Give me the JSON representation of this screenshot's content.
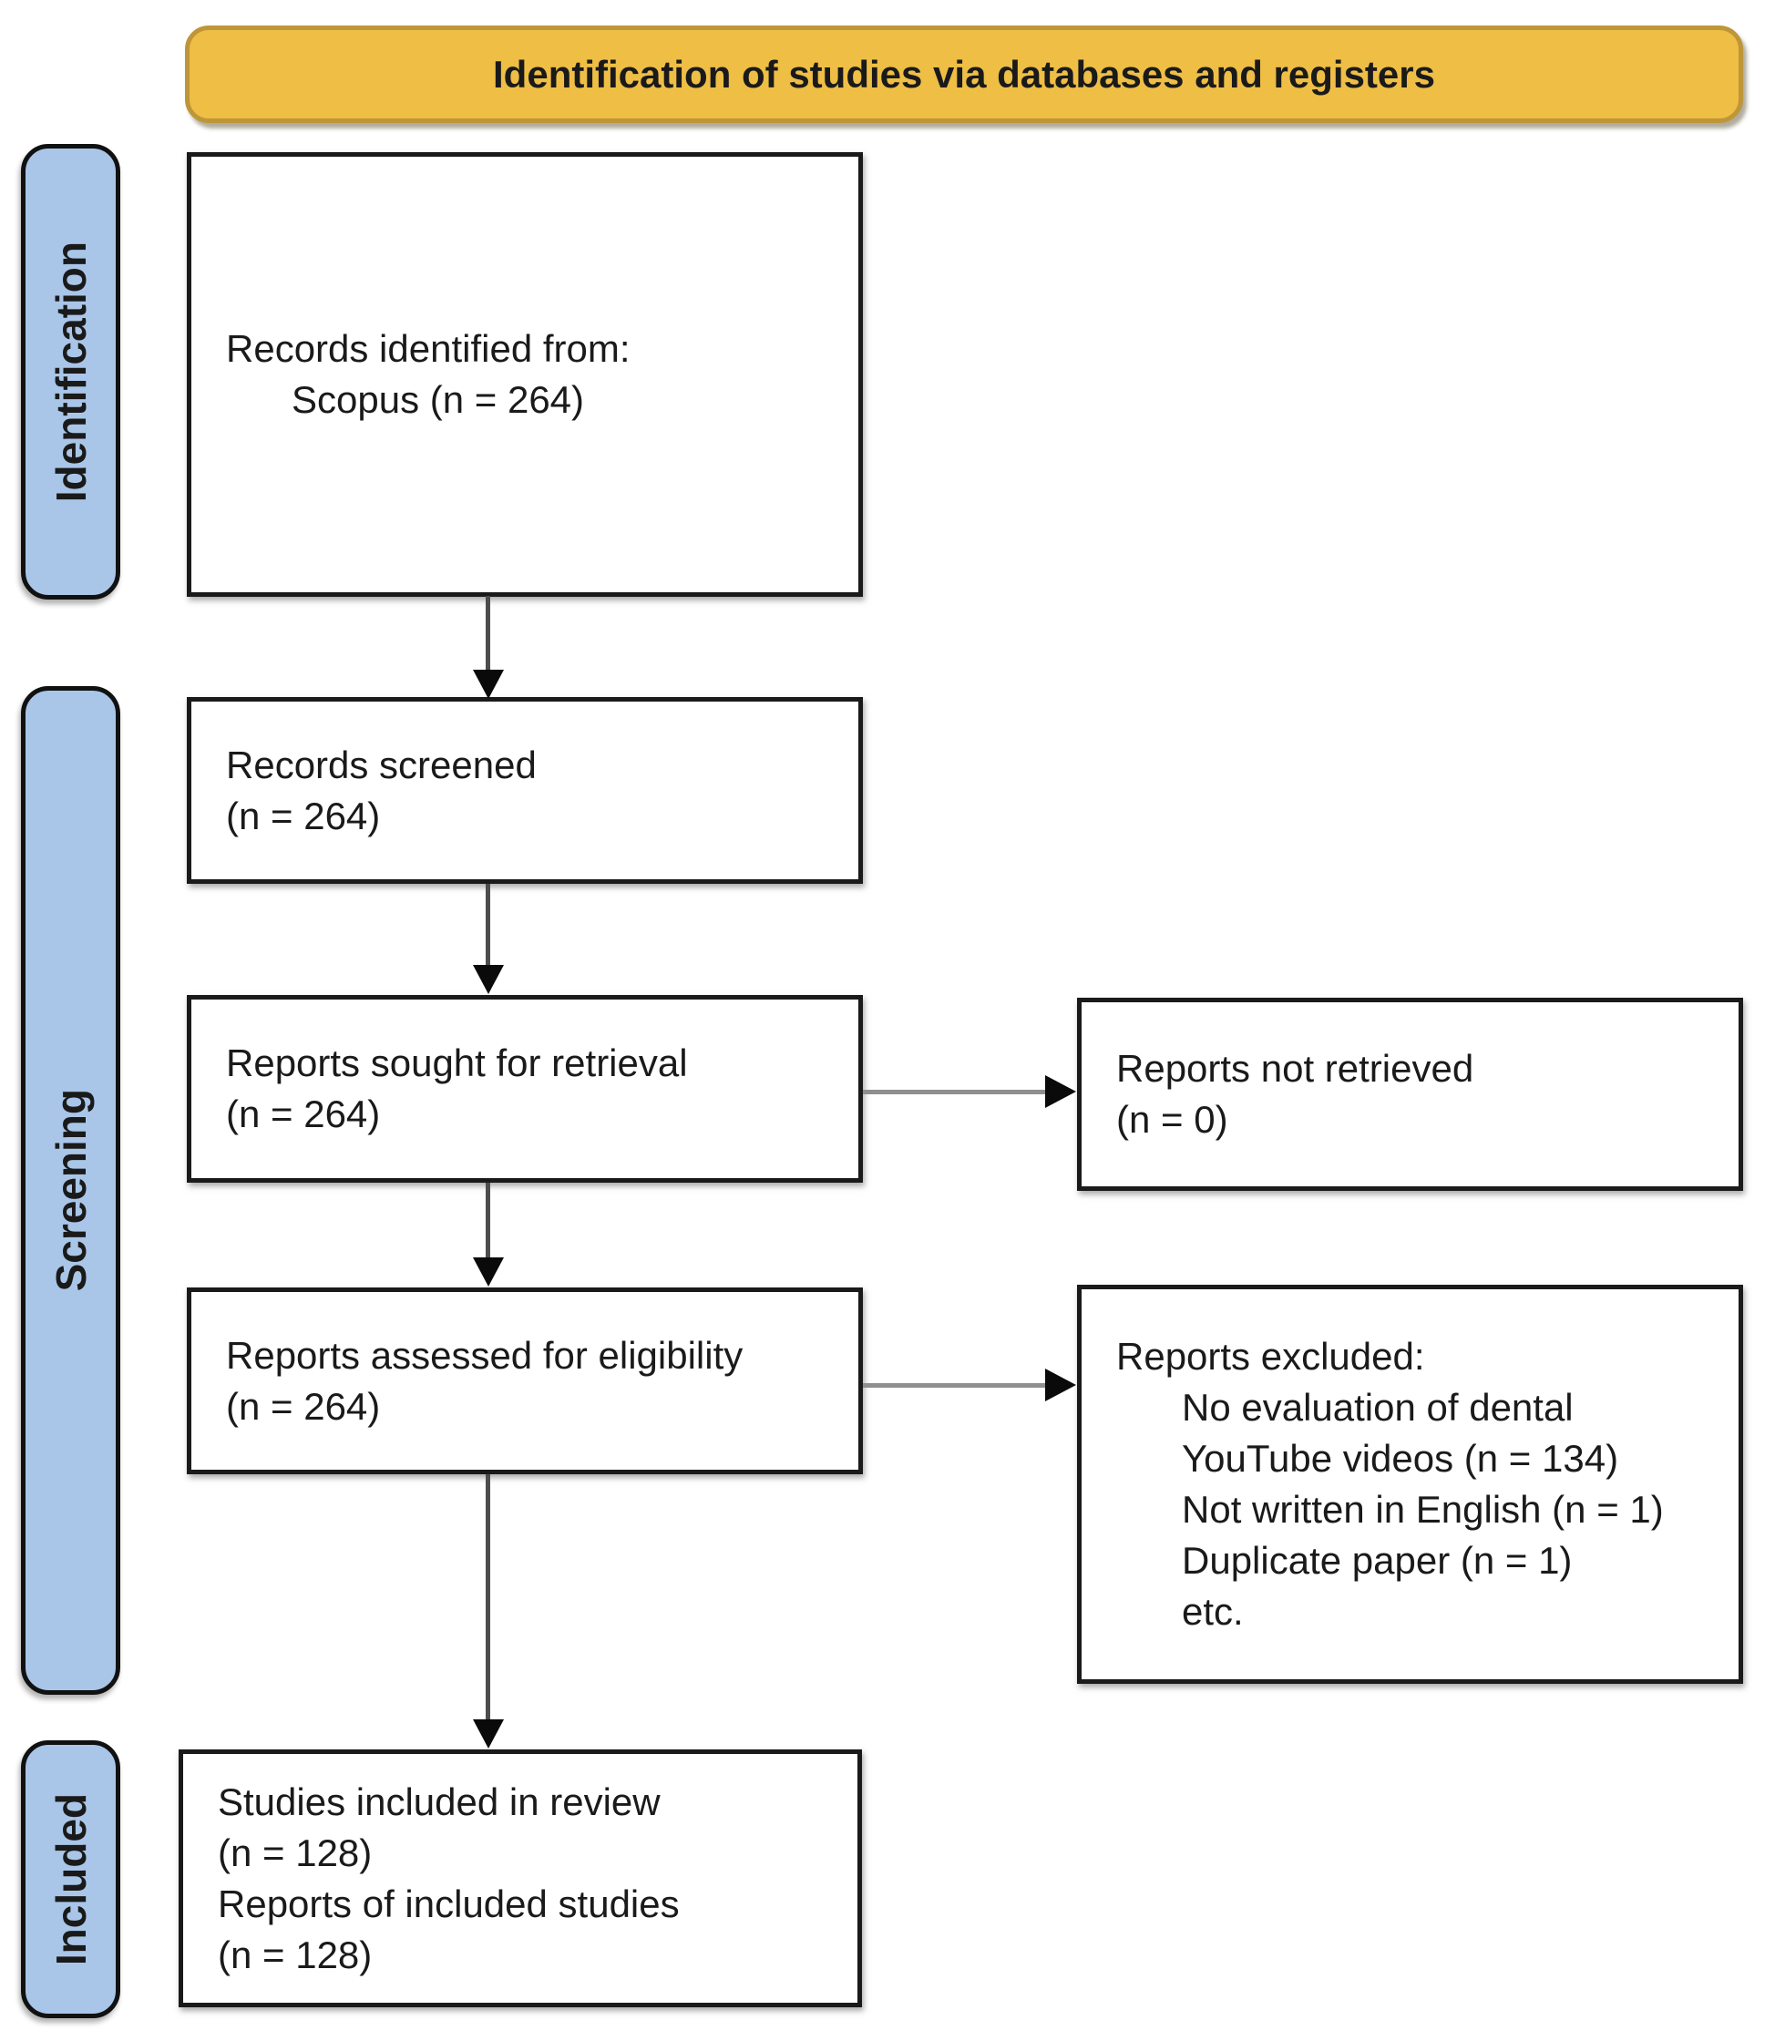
{
  "banner": {
    "title": "Identification of studies via databases and registers"
  },
  "stages": {
    "identification": "Identification",
    "screening": "Screening",
    "included": "Included"
  },
  "boxes": {
    "records_identified": {
      "lines": [
        "Records identified from:",
        "Scopus (n = 264)"
      ]
    },
    "records_screened": {
      "lines": [
        "Records screened",
        "(n = 264)"
      ]
    },
    "reports_sought": {
      "lines": [
        "Reports sought for retrieval",
        "(n = 264)"
      ]
    },
    "reports_not_retrieved": {
      "lines": [
        "Reports not retrieved",
        "(n = 0)"
      ]
    },
    "reports_assessed": {
      "lines": [
        "Reports assessed for eligibility",
        "(n = 264)"
      ]
    },
    "reports_excluded": {
      "lines": [
        "Reports excluded:",
        "No evaluation of dental",
        "YouTube videos (n = 134)",
        "Not written in English (n = 1)",
        "Duplicate paper (n = 1)",
        "etc."
      ]
    },
    "studies_included": {
      "lines": [
        "Studies included in review",
        "(n = 128)",
        "Reports of included studies",
        "(n = 128)"
      ]
    }
  },
  "colors": {
    "banner_bg": "#EEBE45",
    "banner_border": "#BE9639",
    "stage_bg": "#A9C6E8",
    "box_bg": "#FFFFFF",
    "box_border": "#1A1A1A",
    "arrow_shaft_v": "#4D4D4D",
    "arrow_shaft_h": "#8F8F8F",
    "arrow_head": "#0A0A0A",
    "text": "#1A1A1A"
  }
}
